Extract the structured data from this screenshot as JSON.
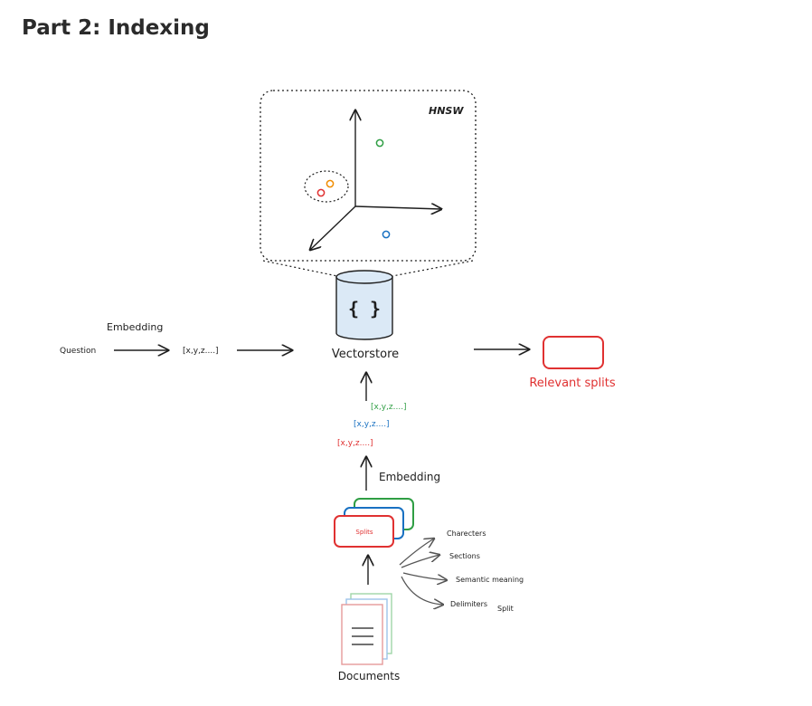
{
  "page": {
    "title": "Part 2: Indexing"
  },
  "hnsw": {
    "label": "HNSW"
  },
  "vectorstore": {
    "icon_text": "{ }",
    "label": "Vectorstore"
  },
  "question_flow": {
    "question": "Question",
    "embedding": "Embedding",
    "vector": "[x,y,z....]"
  },
  "output": {
    "label": "Relevant splits"
  },
  "embedded_splits": [
    {
      "text": "[x,y,z....]",
      "color": "#2f9e44"
    },
    {
      "text": "[x,y,z....]",
      "color": "#1971c2"
    },
    {
      "text": "[x,y,z....]",
      "color": "#e03131"
    }
  ],
  "doc_embedding": {
    "label": "Embedding"
  },
  "splits": {
    "label": "Splits"
  },
  "split_methods": {
    "items": [
      "Charecters",
      "Sections",
      "Semantic meaning",
      "Delimiters"
    ],
    "label": "Split"
  },
  "documents": {
    "label": "Documents"
  },
  "colors": {
    "red": "#e03131",
    "green": "#2f9e44",
    "blue": "#1971c2",
    "orange": "#f08c00",
    "store_fill": "#dbe9f6",
    "line": "#1e1e1e"
  }
}
